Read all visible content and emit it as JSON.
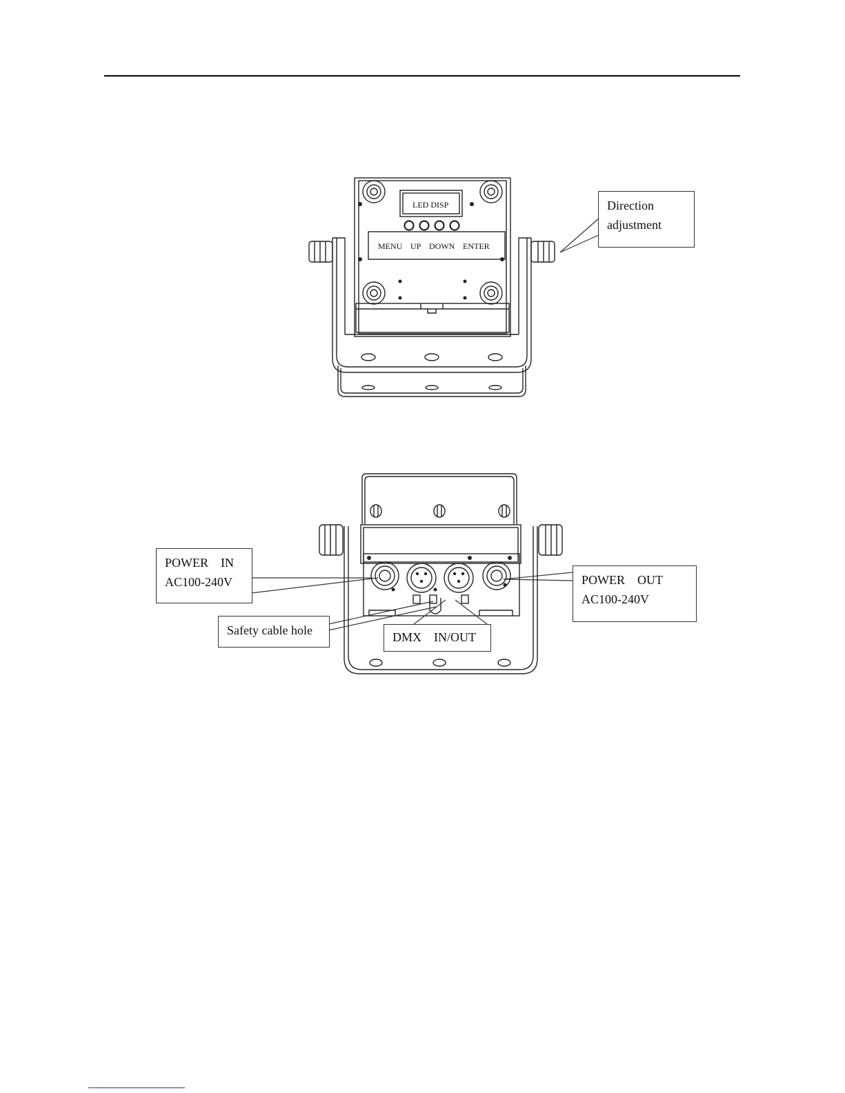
{
  "figure_front": {
    "display_label": "LED DISP",
    "button_labels": [
      "MENU",
      "UP",
      "DOWN",
      "ENTER"
    ],
    "callout_direction": [
      "Direction",
      "adjustment"
    ]
  },
  "figure_rear": {
    "callout_power_in": [
      "POWER    IN",
      "AC100-240V"
    ],
    "callout_power_out": [
      "POWER    OUT",
      "AC100-240V"
    ],
    "callout_safety": "Safety cable hole",
    "callout_dmx": "DMX    IN/OUT"
  }
}
